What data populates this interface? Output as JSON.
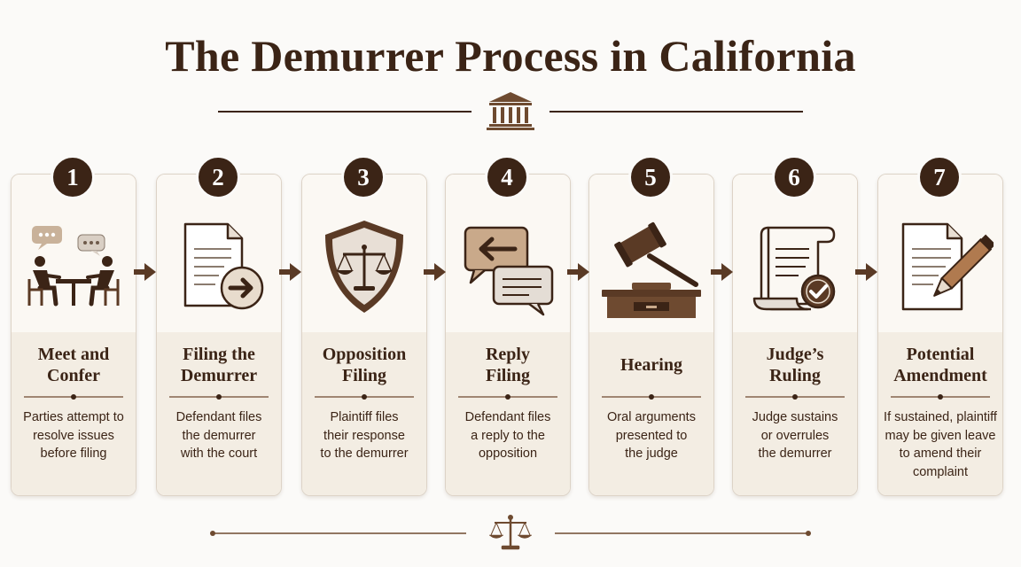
{
  "title": "The Demurrer Process in California",
  "icons": {
    "top_divider": "courthouse-icon",
    "bottom_divider": "scales-of-justice-icon"
  },
  "colors": {
    "primary": "#3b2416",
    "accent": "#7a4a2b",
    "card_panel": "#f3ede3",
    "background": "#fbfaf8"
  },
  "steps": [
    {
      "number": "1",
      "title": "Meet and\nConfer",
      "description": "Parties attempt to\nresolve issues\nbefore filing",
      "icon": "meeting-icon"
    },
    {
      "number": "2",
      "title": "Filing the\nDemurrer",
      "description": "Defendant files\nthe demurrer\nwith the court",
      "icon": "document-submit-icon"
    },
    {
      "number": "3",
      "title": "Opposition\nFiling",
      "description": "Plaintiff files\ntheir response\nto the demurrer",
      "icon": "shield-scales-icon"
    },
    {
      "number": "4",
      "title": "Reply\nFiling",
      "description": "Defendant files\na reply to the\nopposition",
      "icon": "reply-speech-bubbles-icon"
    },
    {
      "number": "5",
      "title": "Hearing",
      "description": "Oral arguments\npresented to\nthe judge",
      "icon": "gavel-bench-icon"
    },
    {
      "number": "6",
      "title": "Judge’s\nRuling",
      "description": "Judge sustains\nor overrules\nthe demurrer",
      "icon": "scroll-checkmark-icon"
    },
    {
      "number": "7",
      "title": "Potential\nAmendment",
      "description": "If sustained, plaintiff\nmay be given leave\nto amend their\ncomplaint",
      "icon": "document-pencil-icon"
    }
  ]
}
